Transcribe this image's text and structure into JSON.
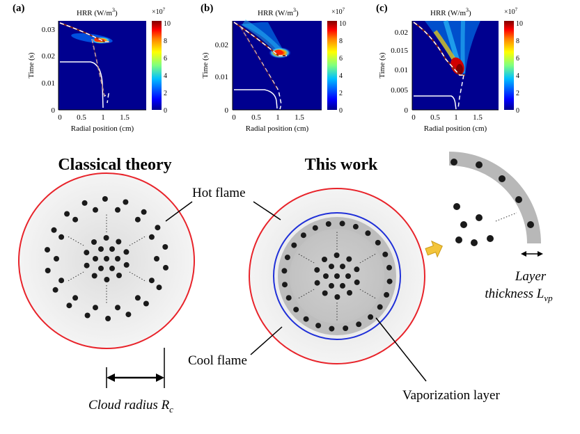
{
  "panels": [
    {
      "label": "(a)",
      "title": "HRR (W/m",
      "title_sup": "3",
      "title_close": ")",
      "exponent_prefix": "×10",
      "exponent_sup": "7",
      "ylabel": "Time (s)",
      "xlabel": "Radial position (cm)",
      "yticks": [
        "0.03",
        "0.02",
        "0.01",
        "0"
      ],
      "xticks": [
        "0",
        "0.5",
        "1",
        "1.5"
      ],
      "cbticks": [
        "10",
        "8",
        "6",
        "4",
        "2",
        "0"
      ]
    },
    {
      "label": "(b)",
      "title": "HRR (W/m",
      "title_sup": "3",
      "title_close": ")",
      "exponent_prefix": "×10",
      "exponent_sup": "7",
      "ylabel": "Time (s)",
      "xlabel": "Radial position (cm)",
      "yticks": [
        "0.02",
        "0.01",
        "0"
      ],
      "xticks": [
        "0",
        "0.5",
        "1",
        "1.5"
      ],
      "cbticks": [
        "10",
        "8",
        "6",
        "4",
        "2",
        "0"
      ]
    },
    {
      "label": "(c)",
      "title": "HRR (W/m",
      "title_sup": "3",
      "title_close": ")",
      "exponent_prefix": "×10",
      "exponent_sup": "7",
      "ylabel": "Time (s)",
      "xlabel": "Radial position (cm)",
      "yticks": [
        "0.02",
        "0.015",
        "0.01",
        "0.005",
        "0"
      ],
      "xticks": [
        "0",
        "0.5",
        "1",
        "1.5"
      ],
      "cbticks": [
        "10",
        "8",
        "6",
        "4",
        "2",
        "0"
      ]
    }
  ],
  "schematic": {
    "classical_title": "Classical theory",
    "this_work_title": "This work",
    "hot_flame": "Hot flame",
    "cool_flame": "Cool flame",
    "vaporization_layer": "Vaporization layer",
    "cloud_radius_prefix": "Cloud radius R",
    "cloud_radius_sub": "c",
    "layer_line1": "Layer",
    "layer_line2_prefix": "thickness L",
    "layer_sub": "vp"
  },
  "colors": {
    "hot_flame": "#e8232a",
    "cool_flame": "#1f2fd8",
    "arrow": "#f3c43a",
    "colormap": [
      "#00008f",
      "#0000ff",
      "#00bfff",
      "#7fff7f",
      "#ffff00",
      "#ff7f00",
      "#ff0000",
      "#800000"
    ]
  }
}
